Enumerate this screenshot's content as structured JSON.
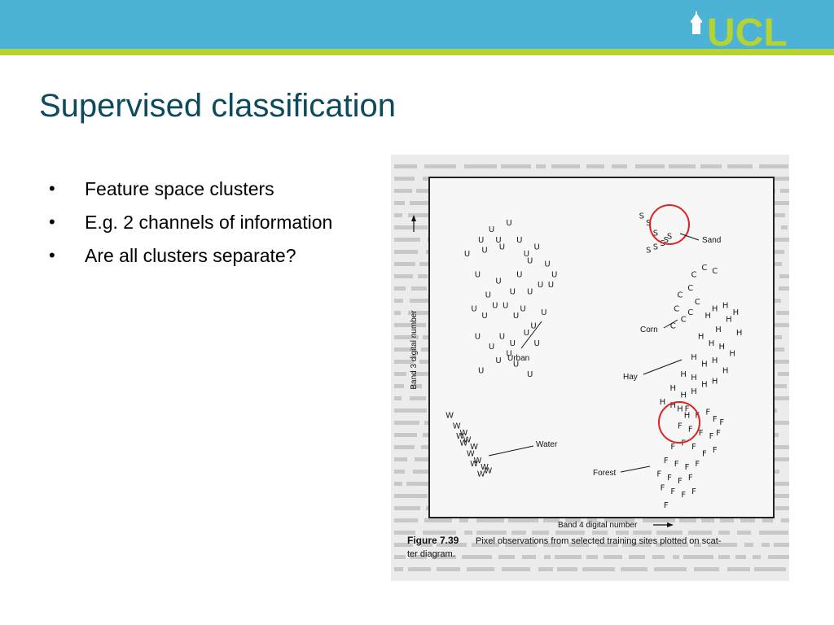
{
  "slide": {
    "title": "Supervised classification",
    "logo_text": "UCL",
    "bullets": [
      "Feature space clusters",
      "E.g. 2 channels of information",
      "Are all clusters separate?"
    ],
    "bullet_glyph": "•"
  },
  "colors": {
    "header_bar": "#4db3d6",
    "header_rule": "#b5d334",
    "title": "#0d4a5e",
    "highlight_circle": "#e0221f"
  },
  "figure": {
    "caption_number": "Figure 7.39",
    "caption_line1": "Pixel observations from selected training sites plotted on scat-",
    "caption_line2": "ter diagram.",
    "x_axis_label": "Band 4 digital number",
    "y_axis_label": "Band 3 digital number",
    "class_labels": {
      "sand": "Sand",
      "corn": "Corn",
      "urban": "Urban",
      "hay": "Hay",
      "water": "Water",
      "forest": "Forest"
    },
    "highlight_circles": [
      "sand",
      "hay-forest-overlap"
    ]
  },
  "chart_data": {
    "type": "scatter",
    "title": "",
    "xlabel": "Band 4 digital number",
    "ylabel": "Band 3 digital number",
    "grid": false,
    "series": [
      {
        "name": "Urban",
        "symbol": "U",
        "x": [
          9,
          13,
          14,
          16,
          18,
          19,
          21,
          24,
          26,
          27,
          29,
          32,
          33,
          34,
          12,
          15,
          18,
          22,
          24,
          27,
          30,
          11,
          14,
          17,
          20,
          23,
          25,
          28,
          31,
          12,
          16,
          19,
          22,
          26,
          29,
          13,
          18,
          21,
          23,
          27
        ],
        "y": [
          74,
          78,
          75,
          81,
          78,
          76,
          83,
          78,
          74,
          72,
          76,
          71,
          65,
          68,
          68,
          62,
          66,
          63,
          68,
          63,
          65,
          58,
          56,
          59,
          59,
          56,
          58,
          53,
          57,
          50,
          47,
          50,
          48,
          51,
          48,
          40,
          43,
          45,
          42,
          39
        ]
      },
      {
        "name": "Sand",
        "symbol": "S",
        "x": [
          59,
          61,
          63,
          66,
          63,
          65,
          61,
          67
        ],
        "y": [
          85,
          83,
          80,
          78,
          76,
          77,
          75,
          79
        ]
      },
      {
        "name": "Corn",
        "symbol": "C",
        "x": [
          74,
          77,
          80,
          70,
          73,
          75,
          69,
          71,
          68,
          73
        ],
        "y": [
          68,
          70,
          69,
          62,
          64,
          60,
          58,
          55,
          53,
          57
        ]
      },
      {
        "name": "Hay",
        "symbol": "H",
        "x": [
          80,
          83,
          86,
          78,
          81,
          84,
          87,
          76,
          79,
          82,
          85,
          74,
          77,
          80,
          83,
          71,
          74,
          77,
          80,
          68,
          71,
          74,
          65,
          68,
          70,
          72
        ],
        "y": [
          58,
          59,
          57,
          56,
          52,
          55,
          51,
          50,
          48,
          47,
          45,
          44,
          42,
          43,
          40,
          39,
          38,
          36,
          37,
          35,
          33,
          34,
          31,
          30,
          29,
          27
        ]
      },
      {
        "name": "Water",
        "symbol": "W",
        "x": [
          4,
          6,
          8,
          7,
          9,
          11,
          8,
          10,
          12,
          11,
          14,
          13,
          15
        ],
        "y": [
          27,
          24,
          22,
          21,
          20,
          18,
          19,
          16,
          14,
          13,
          12,
          10,
          11
        ]
      },
      {
        "name": "Forest",
        "symbol": "F",
        "x": [
          72,
          75,
          78,
          80,
          82,
          70,
          73,
          76,
          79,
          81,
          68,
          71,
          74,
          77,
          80,
          66,
          69,
          72,
          75,
          64,
          67,
          70,
          73,
          65,
          68,
          71,
          74,
          66
        ],
        "y": [
          29,
          27,
          28,
          26,
          25,
          24,
          23,
          22,
          21,
          22,
          18,
          19,
          18,
          16,
          17,
          14,
          13,
          12,
          13,
          10,
          9,
          8,
          9,
          6,
          5,
          4,
          5,
          1
        ]
      }
    ],
    "xlim": [
      0,
      95
    ],
    "ylim": [
      0,
      95
    ]
  }
}
